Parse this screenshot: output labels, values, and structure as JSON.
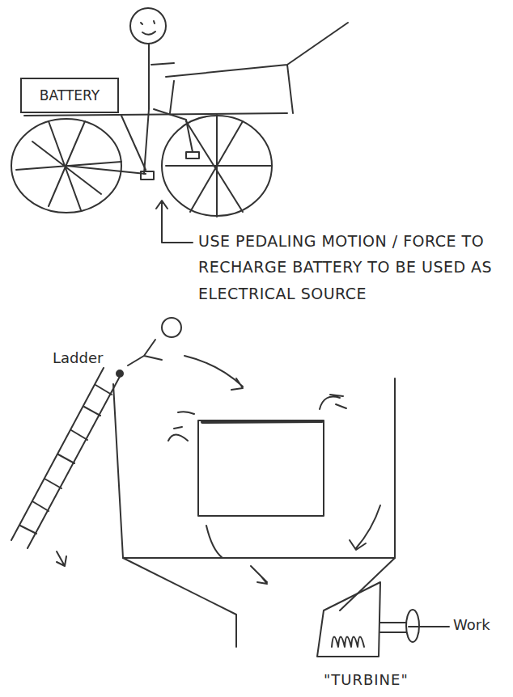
{
  "diagram": {
    "nodes": [
      {
        "text": [
          "BATTERY"
        ]
      }
    ],
    "labels": [
      "USE PEDALING MOTION / FORCE TO RECHARGE BATTERY TO BE USED AS ELECTRICAL SOURCE",
      "Ladder",
      "\"TURBINE\"",
      "Work"
    ]
  }
}
